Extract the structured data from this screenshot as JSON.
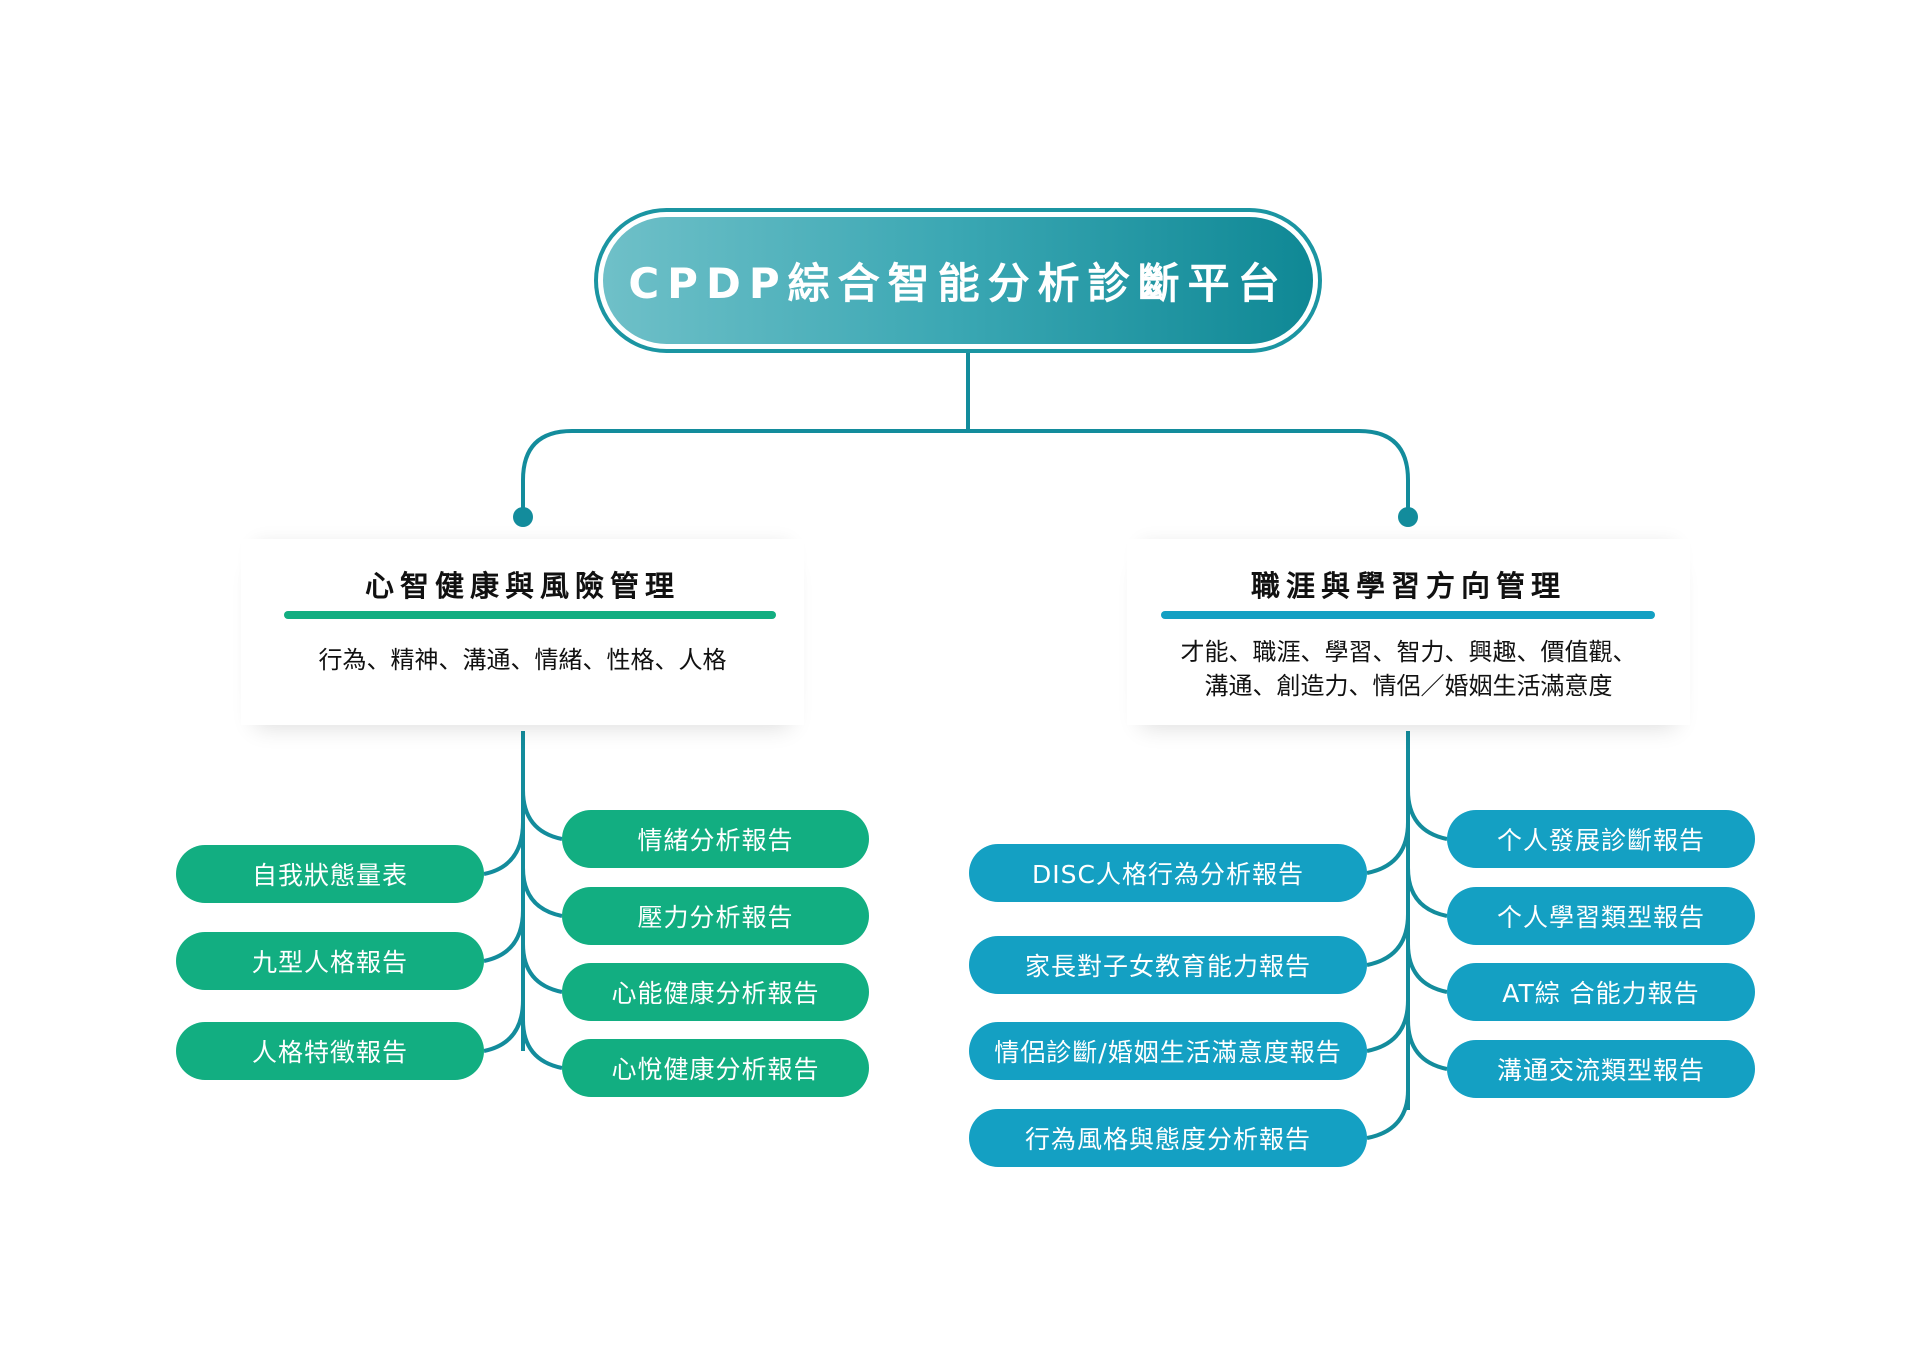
{
  "title": "CPDP綜合智能分析診斷平台",
  "colors": {
    "green": "#12ae81",
    "blue": "#14a0c3",
    "line": "#138c9c"
  },
  "left": {
    "title": "心智健康與風險管理",
    "subtitle": "行為、精神、溝通、情緒、性格、人格",
    "outer_items": [
      "自我狀態量表",
      "九型人格報告",
      "人格特徵報告"
    ],
    "inner_items": [
      "情緒分析報告",
      "壓力分析報告",
      "心能健康分析報告",
      "心悅健康分析報告"
    ]
  },
  "right": {
    "title": "職涯與學習方向管理",
    "subtitle_lines": [
      "才能、職涯、學習、智力、興趣、價值觀、",
      "溝通、創造力、情侶／婚姻生活滿意度"
    ],
    "outer_items": [
      "DISC人格行為分析報告",
      "家長對子女教育能力報告",
      "情侶診斷/婚姻生活滿意度報告",
      "行為風格與態度分析報告"
    ],
    "inner_items": [
      "个人發展診斷報告",
      "个人學習類型報告",
      "AT綜 合能力報告",
      "溝通交流類型報告"
    ]
  }
}
